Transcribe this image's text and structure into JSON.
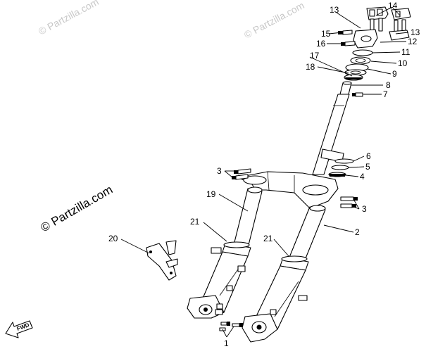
{
  "watermarks": {
    "top_left": "© Partzilla.com",
    "top_right": "© Partzilla.com",
    "center": "© Partzilla.com"
  },
  "direction_label": "FWD",
  "callouts": {
    "c1": "1",
    "c2": "2",
    "c3a": "3",
    "c3b": "3",
    "c4": "4",
    "c5": "5",
    "c6": "6",
    "c7": "7",
    "c8": "8",
    "c9": "9",
    "c10": "10",
    "c11": "11",
    "c12": "12",
    "c13a": "13",
    "c13b": "13",
    "c14": "14",
    "c15": "15",
    "c16": "16",
    "c17": "17",
    "c18": "18",
    "c19": "19",
    "c20": "20",
    "c21a": "21",
    "c21b": "21"
  }
}
